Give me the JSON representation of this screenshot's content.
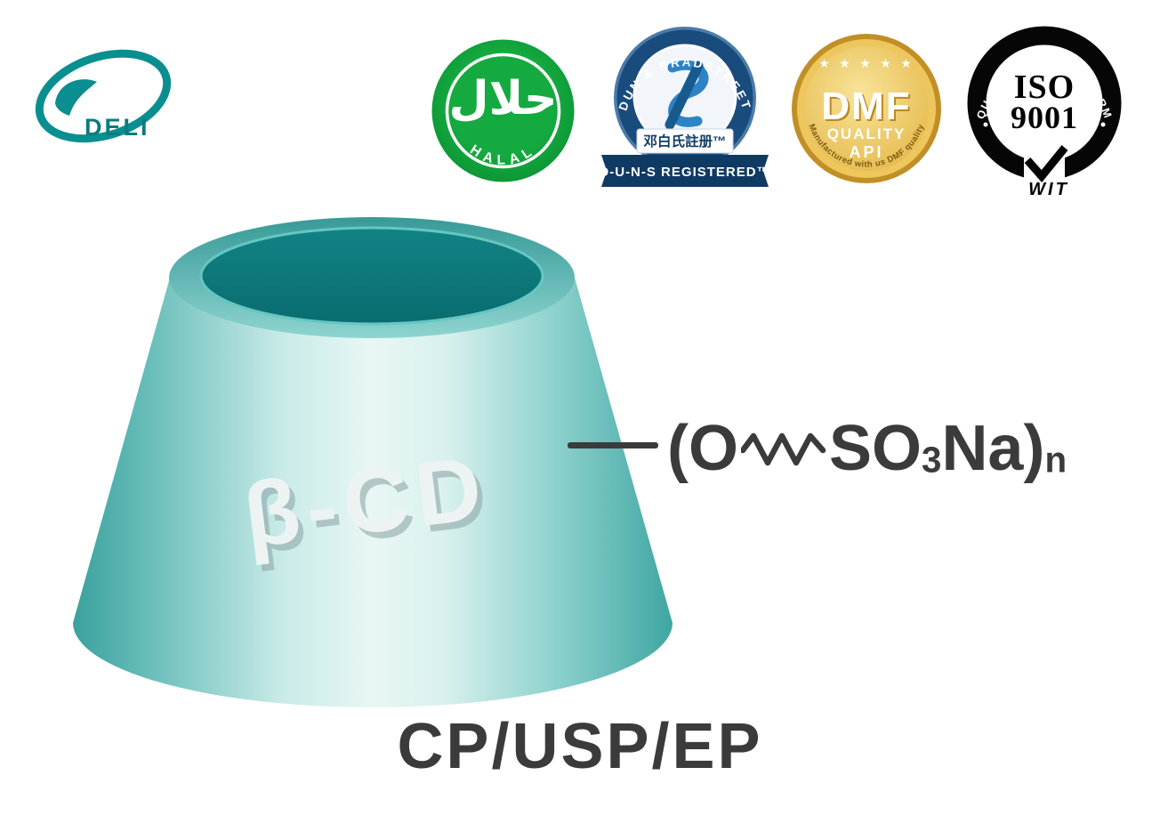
{
  "logo": {
    "text": "DELI"
  },
  "badges": {
    "halal": {
      "arabic": "حلال",
      "label": "HALAL"
    },
    "dnb": {
      "arc_text": "DUN & BRADSTREET",
      "registered_cn": "邓白氏註册™",
      "ribbon": "D-U-N-S REGISTERED™"
    },
    "dmf": {
      "stars": "★ ★ ★ ★ ★",
      "title": "DMF",
      "subtitle1": "QUALITY",
      "subtitle2": "API",
      "arc_text": "Manufactured with us DMF quality"
    },
    "iso": {
      "arc_text": "QUALITY ASSURED FIRM",
      "title": "ISO",
      "number": "9001",
      "brand": "WIT"
    }
  },
  "product": {
    "cone_label": "β-CD",
    "formula": {
      "open": "(O",
      "group": "SO",
      "sub3": "3",
      "salt": "Na)",
      "subn": "n"
    },
    "standards": "CP/USP/EP"
  },
  "colors": {
    "brand_teal": "#0a8e8f",
    "halal_green": "#12a43c",
    "dnb_navy": "#1a4b7d",
    "dmf_gold": "#e3b84d",
    "iso_black": "#000000",
    "cone_teal": "#49b0ac",
    "text_dark": "#3b3b3b"
  }
}
